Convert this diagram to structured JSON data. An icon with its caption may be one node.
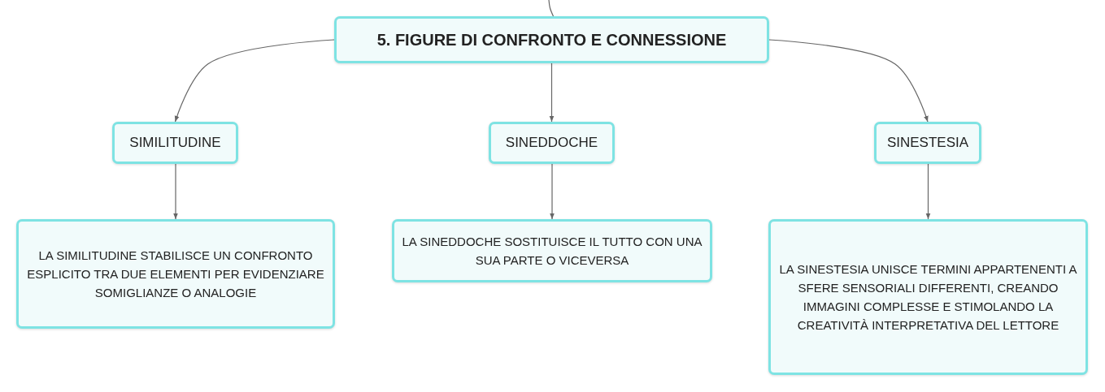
{
  "diagram": {
    "nodes": [
      {
        "text": [
          "5. FIGURE DI CONFRONTO E CONNESSIONE"
        ]
      },
      {
        "text": [
          "SIMILITUDINE"
        ]
      },
      {
        "text": [
          "SINEDDOCHE"
        ]
      },
      {
        "text": [
          "SINESTESIA"
        ]
      },
      {
        "text": [
          "LA SIMILITUDINE STABILISCE UN CONFRONTO ESPLICITO TRA DUE ELEMENTI PER EVIDENZIARE SOMIGLIANZE O ANALOGIE"
        ]
      },
      {
        "text": [
          "LA SINEDDOCHE SOSTITUISCE IL TUTTO CON UNA SUA PARTE O VICEVERSA"
        ]
      },
      {
        "text": [
          "LA SINESTESIA UNISCE TERMINI APPARTENENTI A SFERE SENSORIALI DIFFERENTI, CREANDO IMMAGINI COMPLESSE E STIMOLANDO LA CREATIVITÀ INTERPRETATIVA DEL LETTORE"
        ]
      }
    ],
    "edges": [
      {
        "from": null,
        "to": 0,
        "arrow": "none"
      },
      {
        "from": 0,
        "to": 1,
        "arrow": "to"
      },
      {
        "from": 0,
        "to": 2,
        "arrow": "to"
      },
      {
        "from": 0,
        "to": 3,
        "arrow": "to"
      },
      {
        "from": 1,
        "to": 4,
        "arrow": "to"
      },
      {
        "from": 2,
        "to": 5,
        "arrow": "to"
      },
      {
        "from": 3,
        "to": 6,
        "arrow": "to"
      }
    ]
  }
}
